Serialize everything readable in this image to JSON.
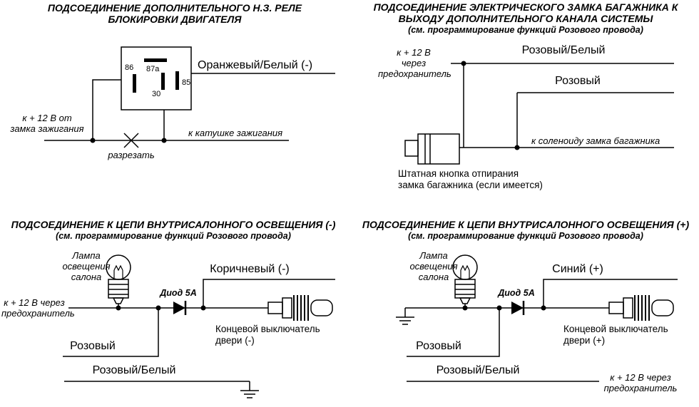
{
  "page": {
    "background": "#ffffff",
    "ink": "#000000"
  },
  "q1": {
    "title": [
      "ПОДСОЕДИНЕНИЕ ДОПОЛНИТЕЛЬНОГО Н.З. РЕЛЕ",
      "БЛОКИРОВКИ ДВИГАТЕЛЯ"
    ],
    "relay_pins": {
      "p86": "86",
      "p87a": "87a",
      "p30": "30",
      "p85": "85"
    },
    "wire_label": "Оранжевый/Белый (-)",
    "supply_label": [
      "к + 12 В от",
      "замка зажигания"
    ],
    "coil_label": "к катушке зажигания",
    "cut_label": "разрезать"
  },
  "q2": {
    "title": [
      "ПОДСОЕДИНЕНИЕ ЭЛЕКТРИЧЕСКОГО ЗАМКА БАГАЖНИКА К",
      "ВЫХОДУ ДОПОЛНИТЕЛЬНОГО КАНАЛА СИСТЕМЫ",
      "(см. программирование функций Розового провода)"
    ],
    "fuse_label": [
      "к + 12 В",
      "через",
      "предохранитель"
    ],
    "wire_pink_white": "Розовый/Белый",
    "wire_pink": "Розовый",
    "solenoid_label": "к соленоиду замка багажника",
    "button_caption": [
      "Штатная кнопка отпирания",
      "замка багажника (если имеется)"
    ]
  },
  "q3": {
    "title": [
      "ПОДСОЕДИНЕНИЕ К ЦЕПИ ВНУТРИСАЛОННОГО ОСВЕЩЕНИЯ (-)",
      "(см. программирование функций Розового провода)"
    ],
    "lamp_label": [
      "Лампа",
      "освещения",
      "салона"
    ],
    "wire_color": "Коричневый (-)",
    "diode_label": "Диод 5А",
    "fuse_label": [
      "к + 12 В через",
      "предохранитель"
    ],
    "switch_caption": [
      "Концевой выключатель",
      "двери (-)"
    ],
    "wire_pink": "Розовый",
    "wire_pink_white": "Розовый/Белый"
  },
  "q4": {
    "title": [
      "ПОДСОЕДИНЕНИЕ К ЦЕПИ ВНУТРИСАЛОННОГО ОСВЕЩЕНИЯ (+)",
      "(см. программирование функций Розового провода)"
    ],
    "lamp_label": [
      "Лампа",
      "освещения",
      "салона"
    ],
    "wire_color": "Синий (+)",
    "diode_label": "Диод 5А",
    "switch_caption": [
      "Концевой выключатель",
      "двери (+)"
    ],
    "wire_pink": "Розовый",
    "wire_pink_white": "Розовый/Белый",
    "fuse_label": [
      "к + 12 В через",
      "предохранитель"
    ]
  }
}
